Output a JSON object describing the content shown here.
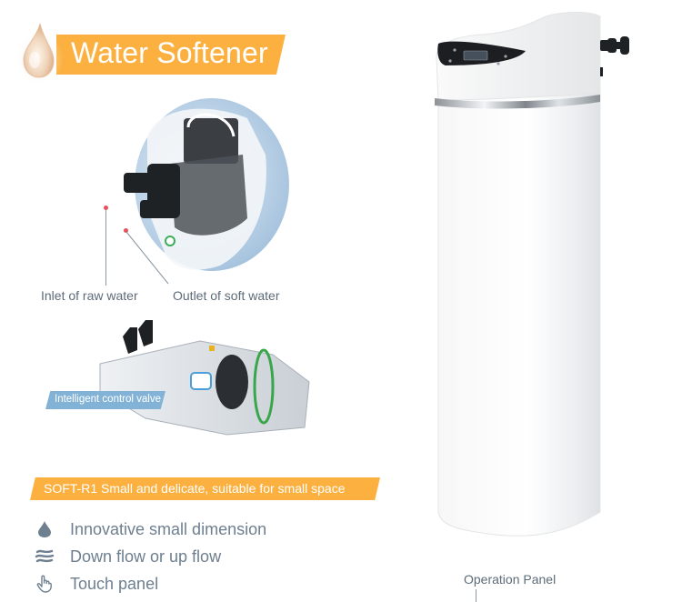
{
  "header": {
    "title": "Water Softener",
    "icon": "water-drop-icon",
    "banner_color": "#fbb040"
  },
  "cutaway": {
    "callouts": [
      {
        "label": "Inlet of raw water"
      },
      {
        "label": "Outlet of soft water"
      }
    ],
    "marker_color": "#e8505b"
  },
  "valve": {
    "label": "Intelligent control valve",
    "banner_color": "#82b3d6"
  },
  "tagline": {
    "text": "SOFT-R1 Small and delicate, suitable for small space",
    "banner_color": "#fbb040"
  },
  "features": [
    {
      "icon": "water-drop-icon",
      "label": "Innovative small dimension"
    },
    {
      "icon": "waves-icon",
      "label": "Down flow or up flow"
    },
    {
      "icon": "touch-hand-icon",
      "label": "Touch panel"
    }
  ],
  "product": {
    "callout": "Operation Panel"
  },
  "colors": {
    "text_gray": "#6e7f8f",
    "label_gray": "#5d6b79",
    "accent_orange": "#fbb040",
    "accent_blue": "#82b3d6"
  }
}
